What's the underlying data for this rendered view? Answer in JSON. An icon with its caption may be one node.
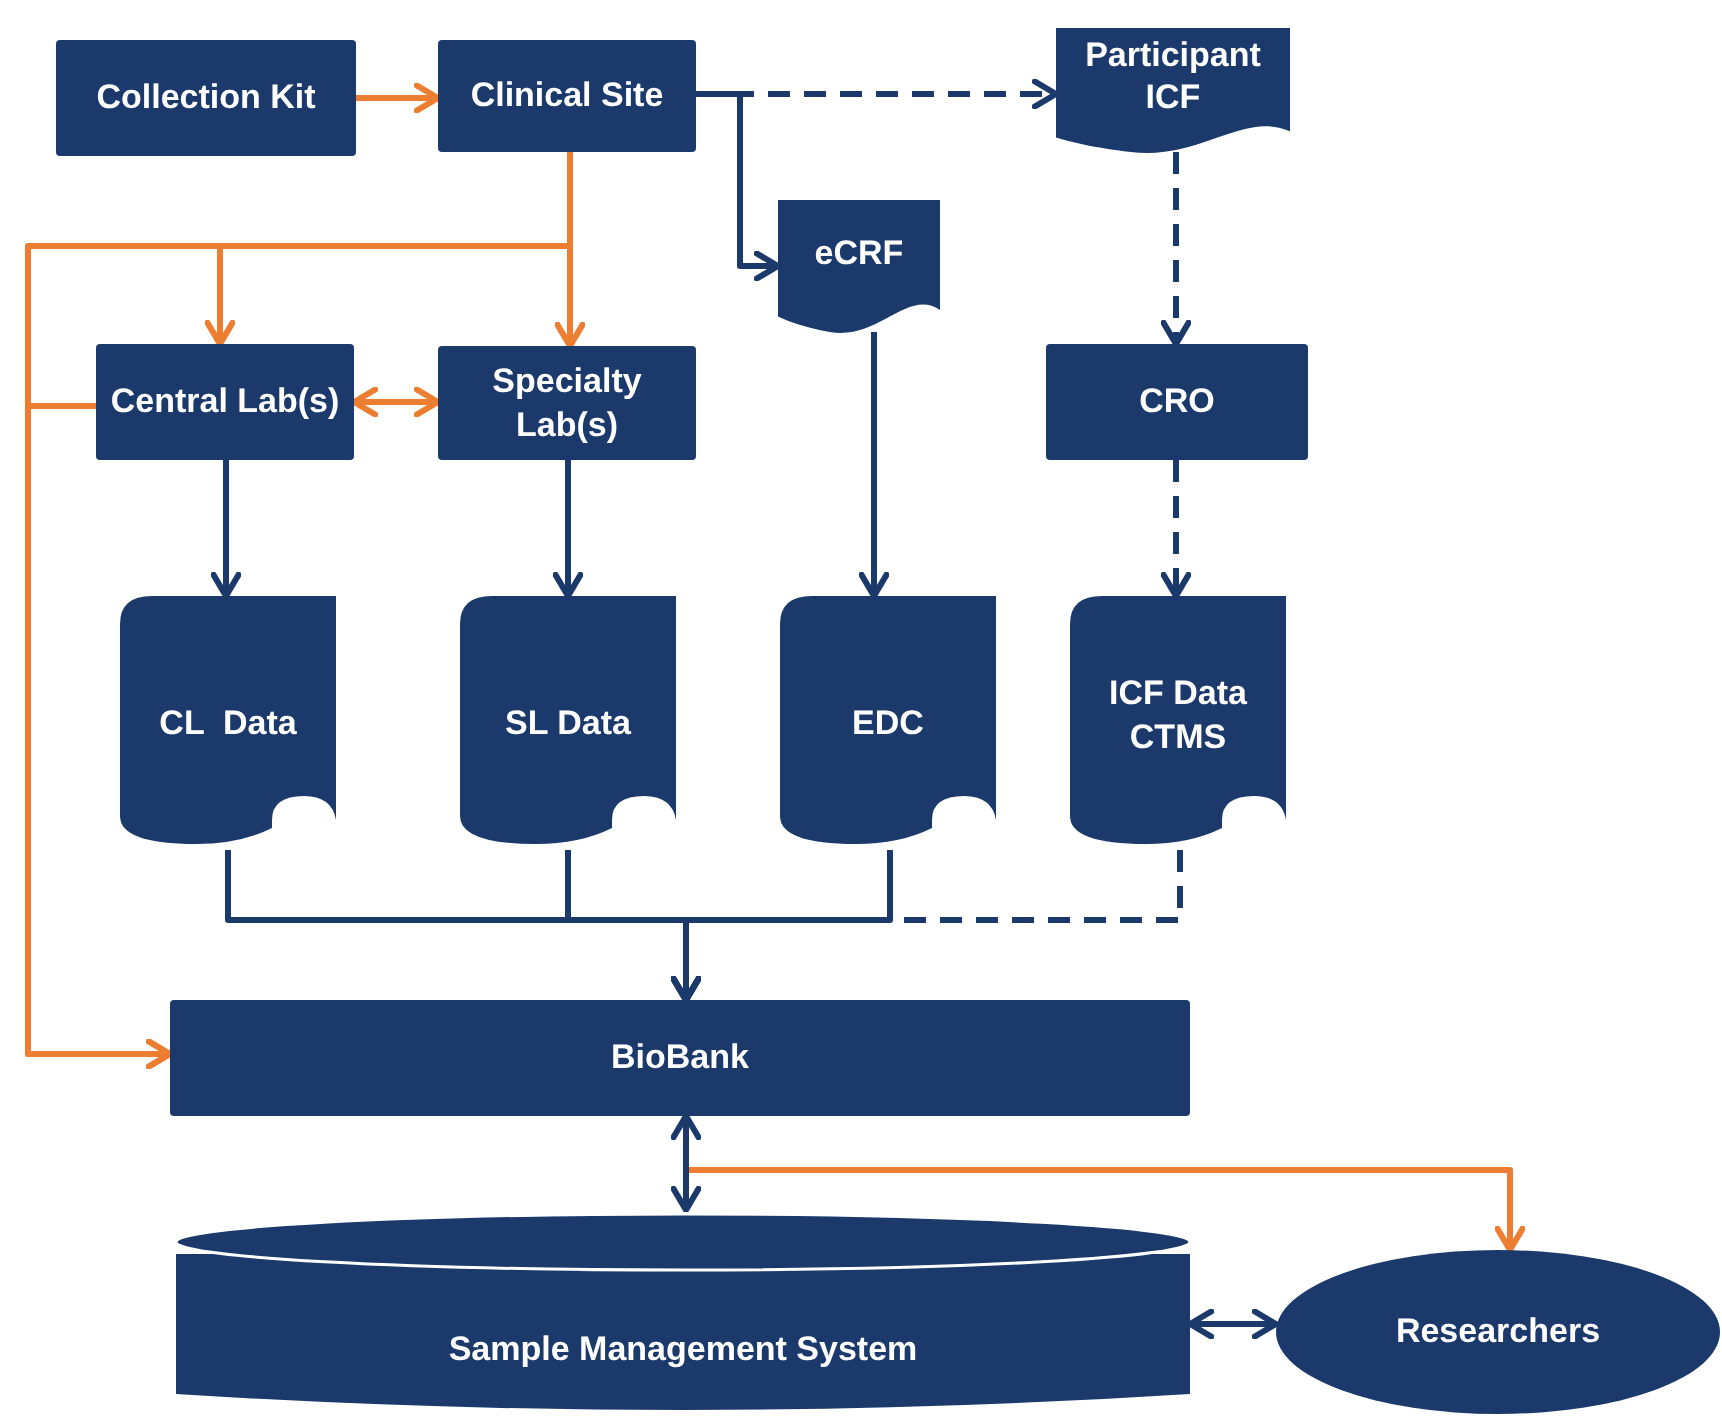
{
  "diagram": {
    "nodes": [
      {
        "text": [
          "Collection Kit"
        ]
      },
      {
        "text": [
          "Clinical Site"
        ]
      },
      {
        "text": [
          "Participant ICF"
        ]
      },
      {
        "text": [
          "eCRF"
        ]
      },
      {
        "text": [
          "Central Lab(s)"
        ]
      },
      {
        "text": [
          "Specialty Lab(s)"
        ]
      },
      {
        "text": [
          "CRO"
        ]
      },
      {
        "text": [
          "CL  Data"
        ]
      },
      {
        "text": [
          "SL Data"
        ]
      },
      {
        "text": [
          "EDC"
        ]
      },
      {
        "text": [
          "ICF Data CTMS"
        ]
      },
      {
        "text": [
          "BioBank"
        ]
      },
      {
        "text": [
          "Sample Management System"
        ]
      },
      {
        "text": [
          "Researchers"
        ]
      }
    ],
    "edges": [
      {
        "from": 0,
        "to": 1,
        "arrow": "to",
        "color": "#ed7d31"
      },
      {
        "from": 1,
        "to": 2,
        "arrow": "to",
        "style": "dashed"
      },
      {
        "from": 1,
        "to": 3,
        "arrow": "to"
      },
      {
        "from": 1,
        "to": 4,
        "arrow": "to",
        "color": "#ed7d31"
      },
      {
        "from": 1,
        "to": 5,
        "arrow": "to",
        "color": "#ed7d31"
      },
      {
        "from": 1,
        "to": 11,
        "arrow": "to",
        "color": "#ed7d31"
      },
      {
        "from": 4,
        "to": 11,
        "arrow": "to",
        "color": "#ed7d31"
      },
      {
        "from": 4,
        "to": 5,
        "arrow": "both",
        "color": "#ed7d31"
      },
      {
        "from": 2,
        "to": 6,
        "arrow": "to",
        "style": "dashed"
      },
      {
        "from": 6,
        "to": 10,
        "arrow": "to",
        "style": "dashed"
      },
      {
        "from": 3,
        "to": 9,
        "arrow": "to"
      },
      {
        "from": 4,
        "to": 7,
        "arrow": "to"
      },
      {
        "from": 5,
        "to": 8,
        "arrow": "to"
      },
      {
        "from": 7,
        "to": 11,
        "arrow": "to"
      },
      {
        "from": 8,
        "to": 11,
        "arrow": "to"
      },
      {
        "from": 9,
        "to": 11,
        "arrow": "to"
      },
      {
        "from": 10,
        "to": 11,
        "arrow": "to",
        "style": "dashed"
      },
      {
        "from": 11,
        "to": 12,
        "arrow": "both"
      },
      {
        "from": 11,
        "to": 13,
        "arrow": "to",
        "color": "#ed7d31"
      },
      {
        "from": 12,
        "to": 13,
        "arrow": "both"
      }
    ]
  }
}
